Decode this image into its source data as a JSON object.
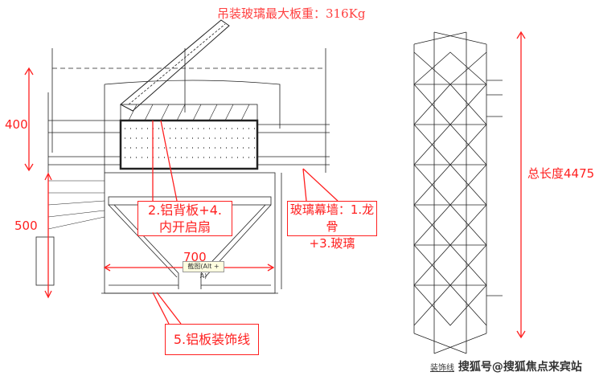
{
  "title": "吊装玻璃最大板重：316Kg",
  "dimensions": {
    "height_top": "400",
    "height_bottom": "500",
    "width": "700",
    "total_length": "总长度4475"
  },
  "tooltip": "截图(Alt + A)",
  "callouts": {
    "aluminum_back_panel": [
      "2.铝背板+4.",
      "内开启扇"
    ],
    "glass_curtain_wall": [
      "玻璃幕墙：1.龙骨",
      "+3.玻璃"
    ],
    "aluminum_trim": "5.铝板装饰线"
  },
  "watermark": {
    "prefix": "装饰线",
    "text": "搜狐号@搜狐焦点来宾站"
  },
  "colors": {
    "annotation": "#ff2020",
    "drawing": "#222222"
  }
}
